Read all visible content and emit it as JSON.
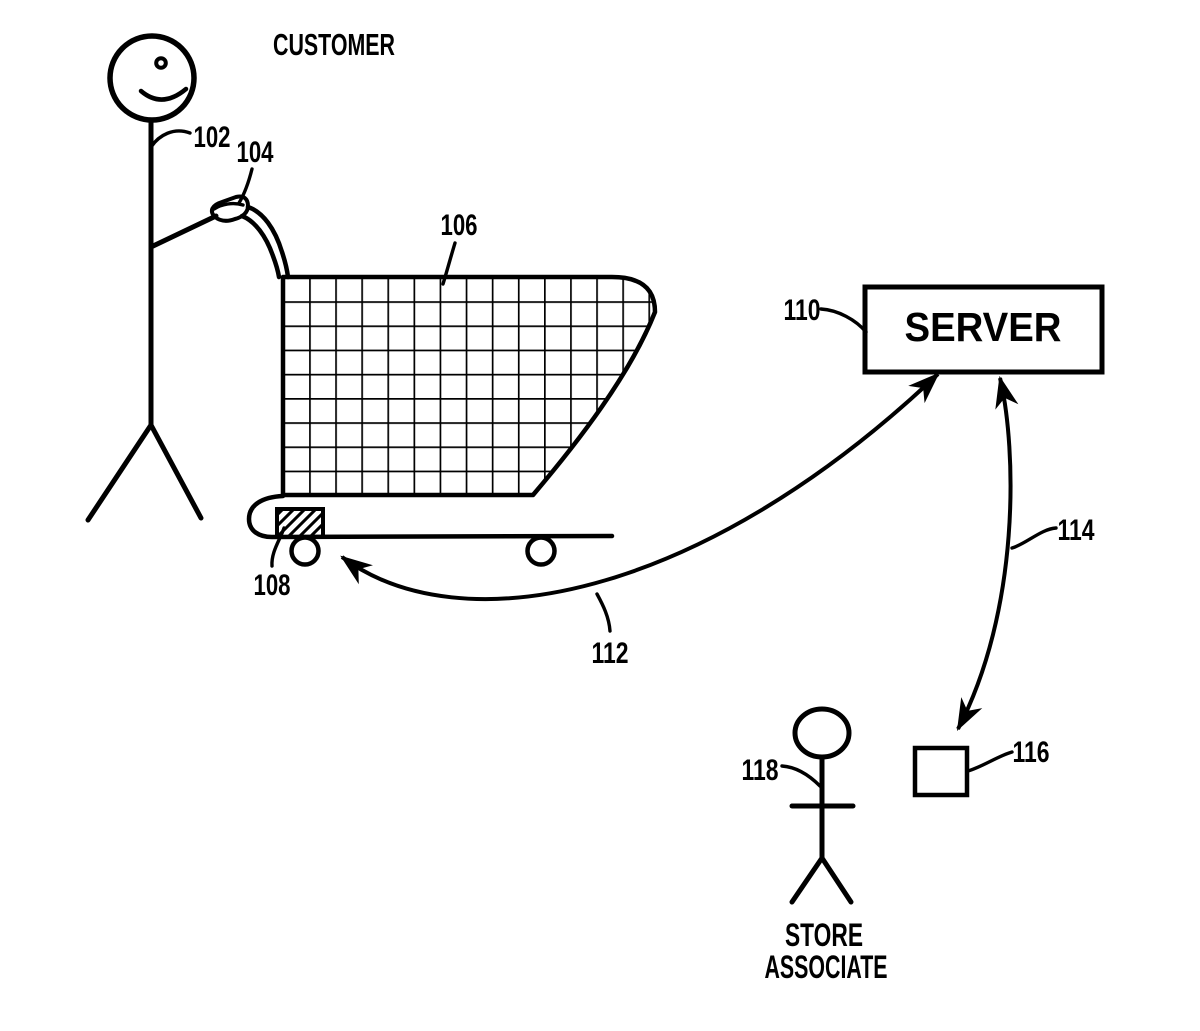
{
  "figure": {
    "background_color": "#ffffff",
    "ink_color": "#000000",
    "customer": {
      "title": "CUSTOMER",
      "ref": "102"
    },
    "hand": {
      "ref": "104"
    },
    "cart": {
      "ref": "106"
    },
    "cart_device": {
      "ref": "108"
    },
    "server": {
      "title": "SERVER",
      "ref": "110"
    },
    "link_cart_to_server": {
      "ref": "112"
    },
    "link_server_to_device": {
      "ref": "114"
    },
    "associate_device": {
      "ref": "116"
    },
    "store_associate": {
      "title_line1": "STORE",
      "title_line2": "ASSOCIATE",
      "ref": "118"
    }
  }
}
